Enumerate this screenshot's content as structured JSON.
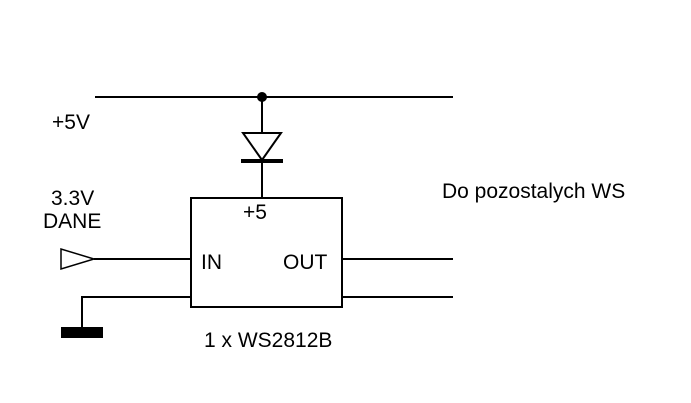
{
  "diagram": {
    "labels": {
      "supply": "+5V",
      "input_voltage": "3.3V",
      "input_name": "DANE",
      "output_note": "Do pozostalych WS",
      "chip_power_pin": "+5",
      "chip_in_pin": "IN",
      "chip_out_pin": "OUT",
      "chip_caption": "1 x WS2812B"
    },
    "components": [
      "supply-rail",
      "diode",
      "ws2812b-chip",
      "input-port",
      "ground-symbol"
    ],
    "colors": {
      "line": "#000000",
      "background": "#ffffff"
    }
  }
}
